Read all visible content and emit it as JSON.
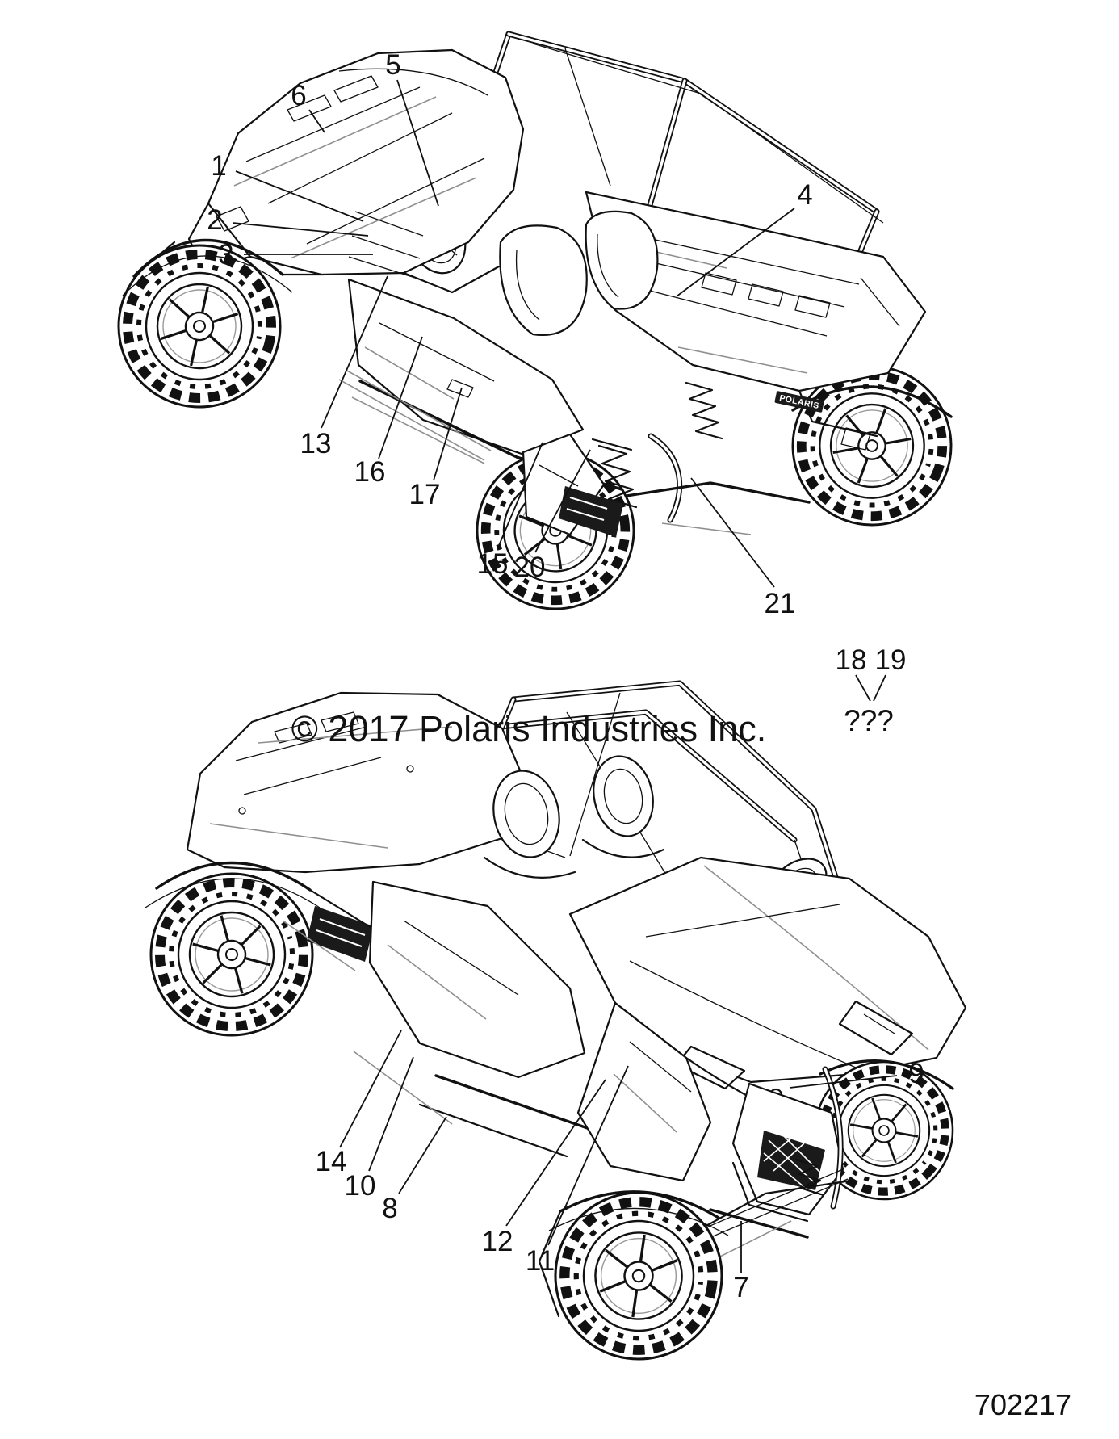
{
  "page": {
    "background": "#ffffff",
    "ink": "#111111",
    "decal_fill": "#1a1a1a"
  },
  "copyright_notice": "© 2017 Polaris Industries Inc.",
  "diagram_number": "702217",
  "brand_wordmark": "POLARIS",
  "top_view": {
    "description": "front-left aerial view of vehicle",
    "callouts": [
      "1",
      "2",
      "3",
      "4",
      "5",
      "6",
      "13",
      "15",
      "16",
      "17",
      "20",
      "21"
    ]
  },
  "bottom_view": {
    "description": "front-right aerial view of vehicle",
    "callouts": [
      "7",
      "8",
      "9",
      "10",
      "11",
      "12",
      "14"
    ]
  },
  "unknown_parts": {
    "callouts": [
      "18",
      "19"
    ],
    "placeholder": "???"
  }
}
